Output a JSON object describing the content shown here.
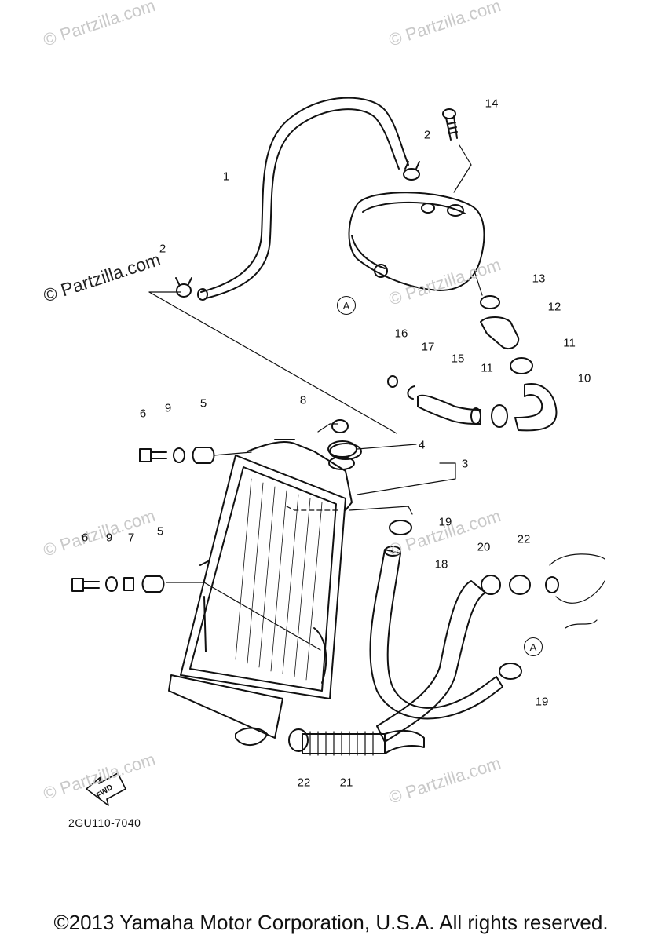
{
  "watermarks": [
    "© Partzilla.com"
  ],
  "callouts": [
    {
      "id": "c1",
      "text": "1"
    },
    {
      "id": "c2a",
      "text": "2"
    },
    {
      "id": "c2b",
      "text": "2"
    },
    {
      "id": "c3",
      "text": "3"
    },
    {
      "id": "c4",
      "text": "4"
    },
    {
      "id": "c5a",
      "text": "5"
    },
    {
      "id": "c5b",
      "text": "5"
    },
    {
      "id": "c6a",
      "text": "6"
    },
    {
      "id": "c6b",
      "text": "6"
    },
    {
      "id": "c7",
      "text": "7"
    },
    {
      "id": "c8",
      "text": "8"
    },
    {
      "id": "c9a",
      "text": "9"
    },
    {
      "id": "c9b",
      "text": "9"
    },
    {
      "id": "c10",
      "text": "10"
    },
    {
      "id": "c11a",
      "text": "11"
    },
    {
      "id": "c11b",
      "text": "11"
    },
    {
      "id": "c12",
      "text": "12"
    },
    {
      "id": "c13",
      "text": "13"
    },
    {
      "id": "c14",
      "text": "14"
    },
    {
      "id": "c15",
      "text": "15"
    },
    {
      "id": "c16",
      "text": "16"
    },
    {
      "id": "c17",
      "text": "17"
    },
    {
      "id": "c18",
      "text": "18"
    },
    {
      "id": "c19a",
      "text": "19"
    },
    {
      "id": "c19b",
      "text": "19"
    },
    {
      "id": "c20",
      "text": "20"
    },
    {
      "id": "c21",
      "text": "21"
    },
    {
      "id": "c22a",
      "text": "22"
    },
    {
      "id": "c22b",
      "text": "22"
    }
  ],
  "connector_label": "A",
  "fwd_label": "FWD",
  "diagram_code": "2GU110-7040",
  "copyright": "©2013 Yamaha Motor Corporation, U.S.A. All rights reserved."
}
